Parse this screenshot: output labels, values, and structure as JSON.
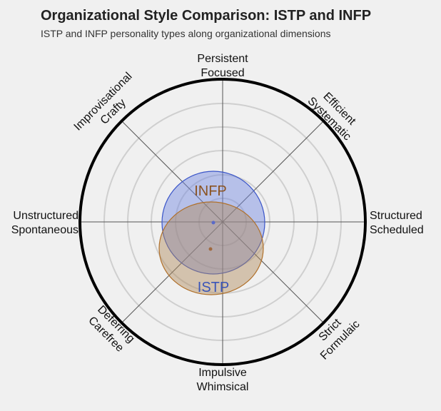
{
  "header": {
    "title": "Organizational Style Comparison: ISTP and INFP",
    "subtitle": "ISTP and INFP personality types along organizational dimensions"
  },
  "axes": {
    "top": [
      "Persistent",
      "Focused"
    ],
    "top_right": [
      "Efficient",
      "Systematic"
    ],
    "right": [
      "Structured",
      "Scheduled"
    ],
    "bottom_right": [
      "Strict",
      "Formulaic"
    ],
    "bottom": [
      "Impulsive",
      "Whimsical"
    ],
    "bottom_left": [
      "Deferring",
      "Carefree"
    ],
    "left": [
      "Unstructured",
      "Spontaneous"
    ],
    "top_left": [
      "Improvisational",
      "Crafty"
    ]
  },
  "series_labels": {
    "infp": "INFP",
    "istp": "ISTP"
  },
  "colors": {
    "infp_fill": "#6e85e0",
    "infp_stroke": "#3a55c8",
    "istp_fill": "#b08a5a",
    "istp_stroke": "#b0702a",
    "infp_label": "#8a5220",
    "istp_label": "#3a55b8"
  },
  "chart_data": {
    "type": "scatter",
    "title": "Organizational Style Comparison: ISTP and INFP",
    "subtitle": "ISTP and INFP personality types along organizational dimensions",
    "axes_labels": [
      "Persistent Focused",
      "Efficient Systematic",
      "Structured Scheduled",
      "Strict Formulaic",
      "Impulsive Whimsical",
      "Deferring Carefree",
      "Unstructured Spontaneous",
      "Improvisational Crafty"
    ],
    "rings": 6,
    "series": [
      {
        "name": "INFP",
        "center_x": -0.07,
        "center_y": 0.0,
        "radius_x": 0.36,
        "radius_y": 0.36
      },
      {
        "name": "ISTP",
        "center_x": -0.08,
        "center_y": -0.18,
        "radius_x": 0.37,
        "radius_y": 0.33
      }
    ]
  }
}
